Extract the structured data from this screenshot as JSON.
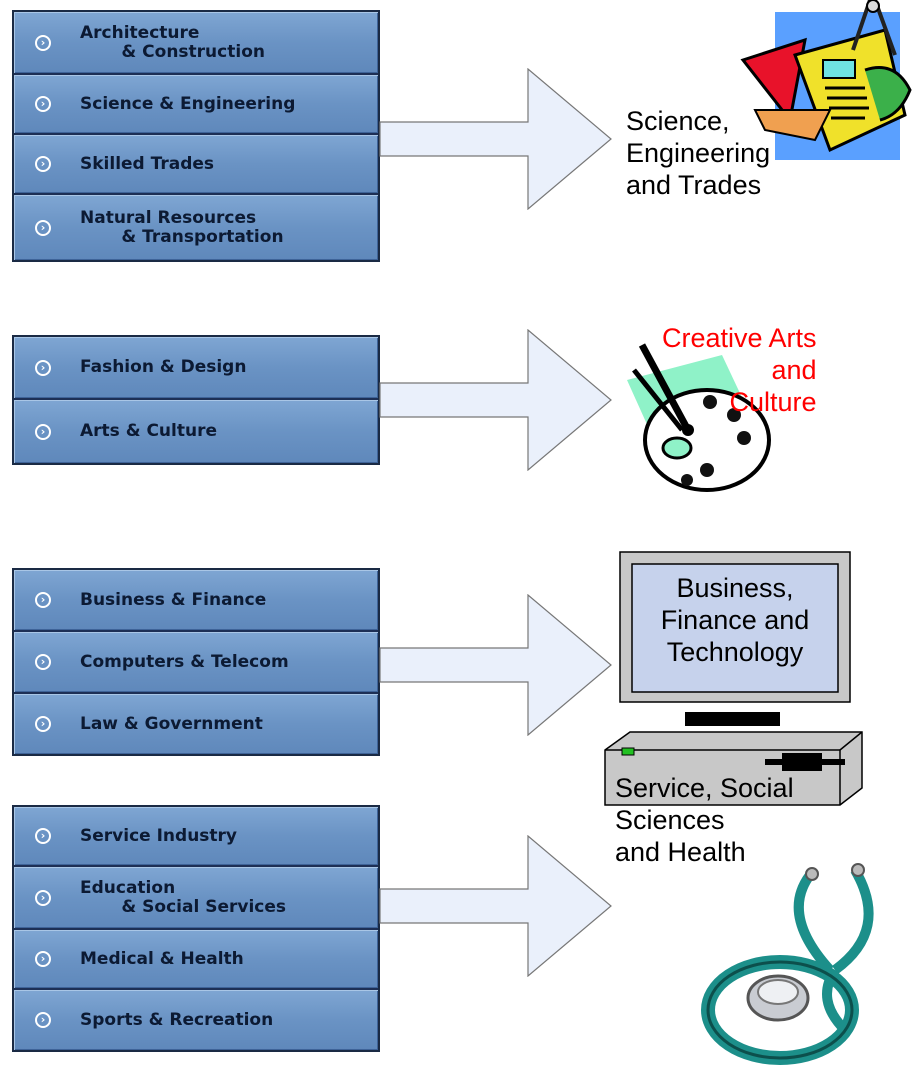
{
  "groups": [
    {
      "buttons": [
        "Architecture\n       & Construction",
        "Science & Engineering",
        "Skilled Trades",
        "Natural Resources\n       & Transportation"
      ],
      "label": "Science,\nEngineering\nand Trades"
    },
    {
      "buttons": [
        "Fashion & Design",
        "Arts & Culture"
      ],
      "label": "Creative Arts\nand\nCulture"
    },
    {
      "buttons": [
        "Business & Finance",
        "Computers & Telecom",
        "Law & Government"
      ],
      "label": "Business,\nFinance and\nTechnology"
    },
    {
      "buttons": [
        "Service Industry",
        "Education\n       & Social Services",
        "Medical & Health",
        "Sports & Recreation"
      ],
      "label": "Service, Social\nSciences\nand Health"
    }
  ],
  "colors": {
    "button_fill": "#6a93c4",
    "button_text": "#0c1a33",
    "arrow_fill": "#eaf0fb",
    "creative_label": "#ff0000",
    "monitor_body": "#c8c8c8"
  },
  "icons": [
    "drafting-tools-icon",
    "paint-palette-icon",
    "computer-icon",
    "stethoscope-icon"
  ]
}
